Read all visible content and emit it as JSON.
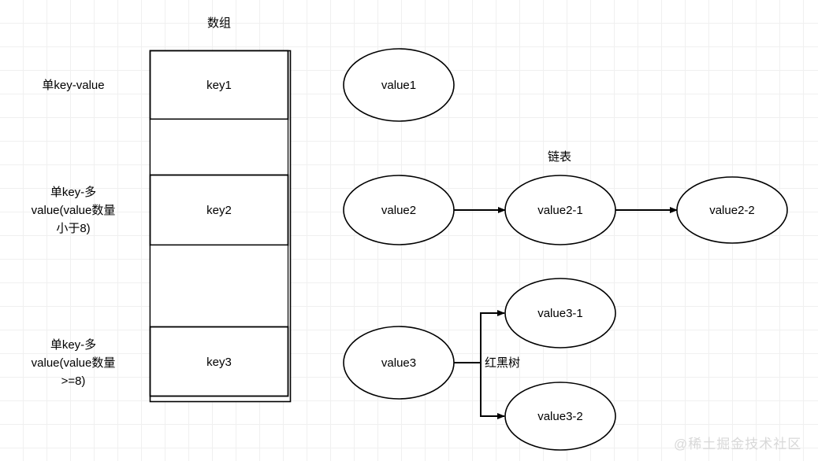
{
  "diagram": {
    "title_array": "数组",
    "title_linkedlist": "链表",
    "title_rbtree": "红黑树",
    "watermark": "@稀土掘金技术社区",
    "stroke_color": "#000000",
    "fill_color": "#ffffff",
    "grid_minor_color": "#f0f0f0",
    "grid_major_color": "#e2e2e2"
  },
  "row_labels": [
    {
      "id": "row-1",
      "text": "单key-value"
    },
    {
      "id": "row-2",
      "text": "单key-多\nvalue(value数量\n小于8)"
    },
    {
      "id": "row-3",
      "text": "单key-多\nvalue(value数量\n>=8)"
    }
  ],
  "array": {
    "cells": [
      {
        "id": "cell-key1",
        "label": "key1"
      },
      {
        "id": "cell-empty-1",
        "label": ""
      },
      {
        "id": "cell-key2",
        "label": "key2"
      },
      {
        "id": "cell-empty-2",
        "label": ""
      },
      {
        "id": "cell-key3",
        "label": "key3"
      }
    ]
  },
  "nodes": [
    {
      "id": "value1",
      "label": "value1"
    },
    {
      "id": "value2",
      "label": "value2"
    },
    {
      "id": "value2-1",
      "label": "value2-1"
    },
    {
      "id": "value2-2",
      "label": "value2-2"
    },
    {
      "id": "value3",
      "label": "value3"
    },
    {
      "id": "value3-1",
      "label": "value3-1"
    },
    {
      "id": "value3-2",
      "label": "value3-2"
    }
  ],
  "edges": [
    {
      "id": "edge-value2-to-value2-1",
      "from": "value2",
      "to": "value2-1"
    },
    {
      "id": "edge-value2-1-to-value2-2",
      "from": "value2-1",
      "to": "value2-2"
    },
    {
      "id": "edge-value3-to-value3-1",
      "from": "value3",
      "to": "value3-1"
    },
    {
      "id": "edge-value3-to-value3-2",
      "from": "value3",
      "to": "value3-2"
    }
  ]
}
